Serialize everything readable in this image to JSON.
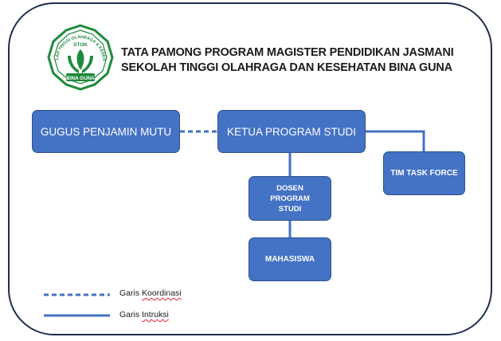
{
  "header": {
    "title_line1": "TATA PAMONG PROGRAM MAGISTER PENDIDIKAN JASMANI",
    "title_line2": "SEKOLAH TINGGI OLAHRAGA DAN KESEHATAN BINA GUNA"
  },
  "logo": {
    "ring_text": "SEKOLAH TINGGI OLAHRAGA & KESEHATAN",
    "abbr": "STOK",
    "name": "BINA GUNA",
    "color": "#1e8a3c"
  },
  "nodes": {
    "gugus": "GUGUS PENJAMIN MUTU",
    "ketua": "KETUA PROGRAM STUDI",
    "tim": "TIM TASK FORCE",
    "dosen": "DOSEN\nPROGRAM\nSTUDI",
    "mahasiswa": "MAHASISWA"
  },
  "legend": {
    "coord_prefix": "Garis ",
    "coord_word": "Koordinasi",
    "instr_prefix": "Garis ",
    "instr_word": "Intruksi"
  },
  "colors": {
    "box": "#4472c4",
    "line": "#4472c4",
    "frame": "#1f2d4d"
  }
}
